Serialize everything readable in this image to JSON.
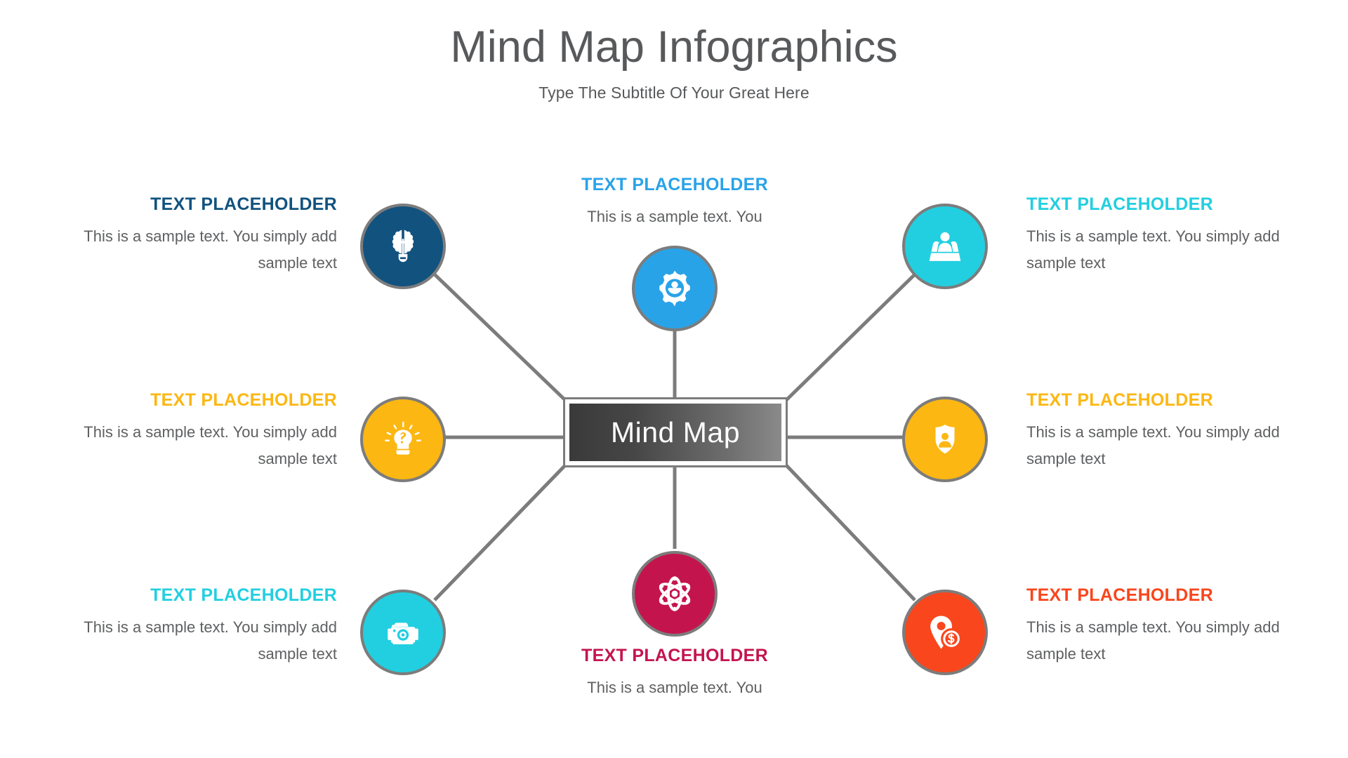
{
  "header": {
    "title": "Mind Map Infographics",
    "subtitle": "Type The Subtitle Of Your Great Here"
  },
  "center": {
    "label": "Mind Map",
    "gradient_from": "#3a3a3a",
    "gradient_to": "#8a8a8a",
    "border_color": "#7c7c7c"
  },
  "connector_color": "#7c7c7c",
  "nodes": [
    {
      "id": "top-left",
      "icon": "brain-bulb-icon",
      "color": "#11527f",
      "heading": "TEXT PLACEHOLDER",
      "heading_color": "#11527f",
      "body": "This is a sample text. You simply add sample text",
      "align": "right"
    },
    {
      "id": "top-center",
      "icon": "gear-user-icon",
      "color": "#29a3e8",
      "heading": "TEXT PLACEHOLDER",
      "heading_color": "#29a3e8",
      "body": "This is a sample text. You",
      "align": "center"
    },
    {
      "id": "top-right",
      "icon": "team-desk-icon",
      "color": "#22cfe0",
      "heading": "TEXT PLACEHOLDER",
      "heading_color": "#22cfe0",
      "body": "This is a sample text. You simply add sample text",
      "align": "left"
    },
    {
      "id": "mid-left",
      "icon": "idea-head-icon",
      "color": "#fcb712",
      "heading": "TEXT PLACEHOLDER",
      "heading_color": "#fcb712",
      "body": "This is a sample text. You simply add sample text",
      "align": "right"
    },
    {
      "id": "mid-right",
      "icon": "shield-user-icon",
      "color": "#fcb712",
      "heading": "TEXT PLACEHOLDER",
      "heading_color": "#fcb712",
      "body": "This is a sample text. You simply add sample text",
      "align": "left"
    },
    {
      "id": "bottom-left",
      "icon": "camera-icon",
      "color": "#22cfe0",
      "heading": "TEXT PLACEHOLDER",
      "heading_color": "#22cfe0",
      "body": "This is a sample text. You simply add sample text",
      "align": "right"
    },
    {
      "id": "bottom-center",
      "icon": "atom-icon",
      "color": "#c4144e",
      "heading": "TEXT PLACEHOLDER",
      "heading_color": "#c4144e",
      "body": "This is a sample text. You",
      "align": "center"
    },
    {
      "id": "bottom-right",
      "icon": "location-money-icon",
      "color": "#f9461c",
      "heading": "TEXT PLACEHOLDER",
      "heading_color": "#f9461c",
      "body": "This is a sample text. You simply add sample text",
      "align": "left"
    }
  ]
}
